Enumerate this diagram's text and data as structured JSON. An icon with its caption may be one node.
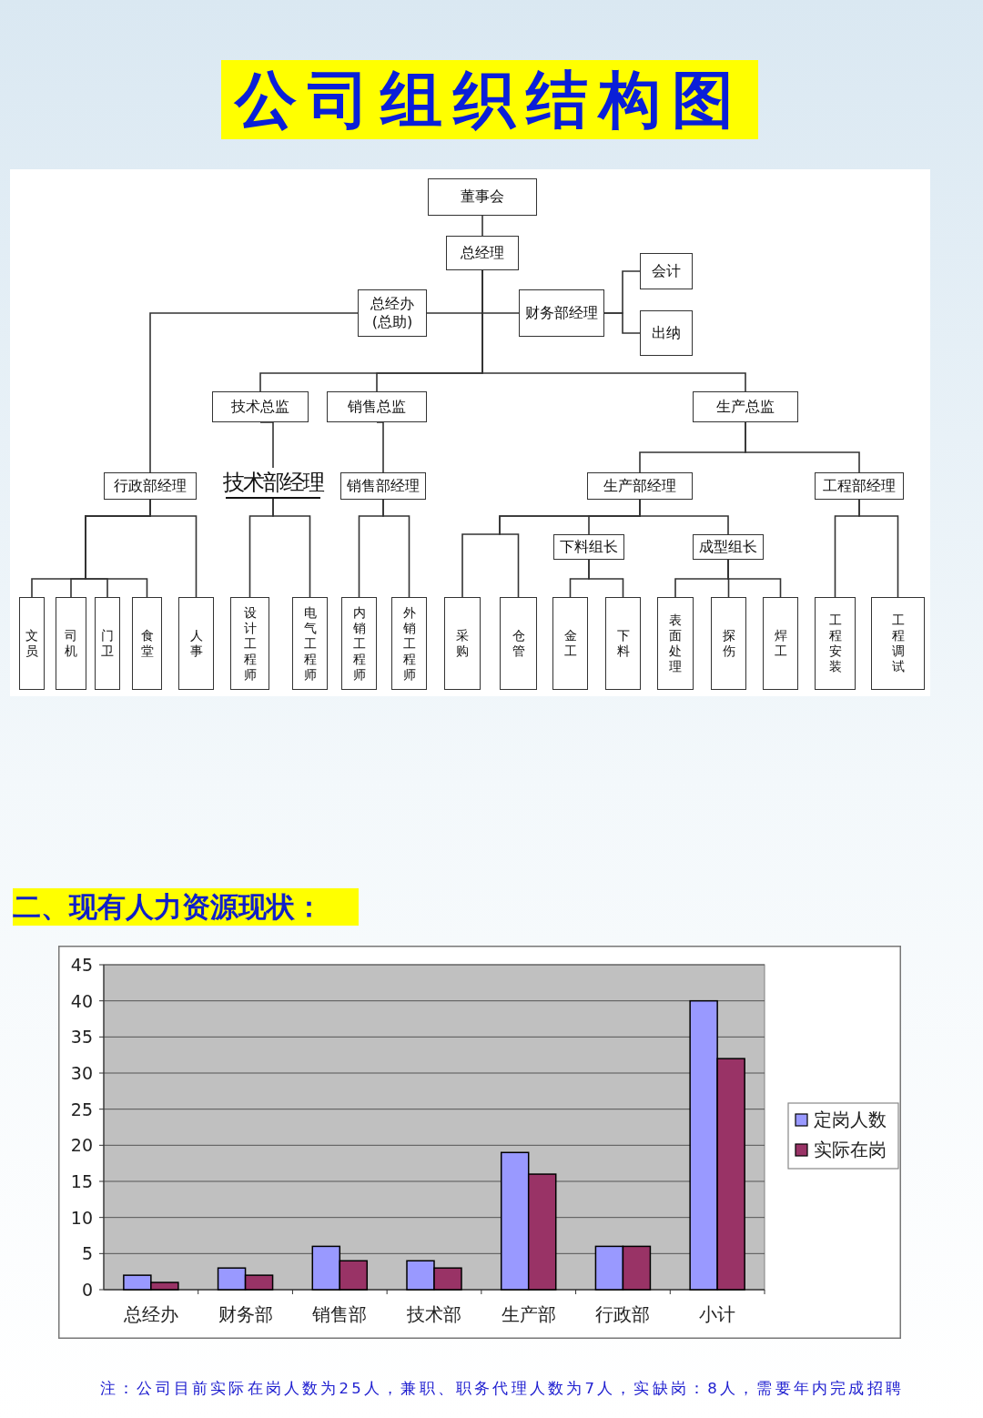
{
  "diagram": {
    "title": "公司组织结构图",
    "nodes": [
      {
        "text": [
          "董事会"
        ]
      },
      {
        "text": [
          "总经理"
        ]
      },
      {
        "text": [
          "总经办 (总助)"
        ]
      },
      {
        "text": [
          "财务部经理"
        ]
      },
      {
        "text": [
          "会计"
        ]
      },
      {
        "text": [
          "出纳"
        ]
      },
      {
        "text": [
          "技术总监"
        ]
      },
      {
        "text": [
          "销售总监"
        ]
      },
      {
        "text": [
          "生产总监"
        ]
      },
      {
        "text": [
          "行政部经理"
        ]
      },
      {
        "text": [
          "技术部经理"
        ]
      },
      {
        "text": [
          "销售部经理"
        ]
      },
      {
        "text": [
          "生产部经理"
        ]
      },
      {
        "text": [
          "工程部经理"
        ]
      },
      {
        "text": [
          "下料组长"
        ]
      },
      {
        "text": [
          "成型组长"
        ]
      },
      {
        "text": [
          "文员"
        ]
      },
      {
        "text": [
          "司机"
        ]
      },
      {
        "text": [
          "门卫"
        ]
      },
      {
        "text": [
          "食堂"
        ]
      },
      {
        "text": [
          "人事"
        ]
      },
      {
        "text": [
          "设计工程师"
        ]
      },
      {
        "text": [
          "电气工程师"
        ]
      },
      {
        "text": [
          "内销工程师"
        ]
      },
      {
        "text": [
          "外销工程师"
        ]
      },
      {
        "text": [
          "采购"
        ]
      },
      {
        "text": [
          "仓管"
        ]
      },
      {
        "text": [
          "金工"
        ]
      },
      {
        "text": [
          "下料"
        ]
      },
      {
        "text": [
          "表面处理"
        ]
      },
      {
        "text": [
          "探伤"
        ]
      },
      {
        "text": [
          "焊工"
        ]
      },
      {
        "text": [
          "工程安装"
        ]
      },
      {
        "text": [
          "工程调试"
        ]
      }
    ],
    "edges": [
      {
        "from": 0,
        "to": 1,
        "arrow": "none"
      },
      {
        "from": 1,
        "to": 2,
        "arrow": "none"
      },
      {
        "from": 1,
        "to": 3,
        "arrow": "none"
      },
      {
        "from": 3,
        "to": 4,
        "arrow": "none"
      },
      {
        "from": 3,
        "to": 5,
        "arrow": "none"
      },
      {
        "from": 1,
        "to": 6,
        "arrow": "none"
      },
      {
        "from": 1,
        "to": 7,
        "arrow": "none"
      },
      {
        "from": 1,
        "to": 8,
        "arrow": "none"
      },
      {
        "from": 2,
        "to": 9,
        "arrow": "none"
      },
      {
        "from": 6,
        "to": 10,
        "arrow": "none"
      },
      {
        "from": 7,
        "to": 11,
        "arrow": "none"
      },
      {
        "from": 8,
        "to": 12,
        "arrow": "none"
      },
      {
        "from": 8,
        "to": 13,
        "arrow": "none"
      },
      {
        "from": 9,
        "to": 16,
        "arrow": "none"
      },
      {
        "from": 9,
        "to": 17,
        "arrow": "none"
      },
      {
        "from": 9,
        "to": 18,
        "arrow": "none"
      },
      {
        "from": 9,
        "to": 19,
        "arrow": "none"
      },
      {
        "from": 9,
        "to": 20,
        "arrow": "none"
      },
      {
        "from": 10,
        "to": 21,
        "arrow": "none"
      },
      {
        "from": 10,
        "to": 22,
        "arrow": "none"
      },
      {
        "from": 11,
        "to": 23,
        "arrow": "none"
      },
      {
        "from": 11,
        "to": 24,
        "arrow": "none"
      },
      {
        "from": 12,
        "to": 25,
        "arrow": "none"
      },
      {
        "from": 12,
        "to": 26,
        "arrow": "none"
      },
      {
        "from": 12,
        "to": 14,
        "arrow": "none"
      },
      {
        "from": 12,
        "to": 15,
        "arrow": "none"
      },
      {
        "from": 14,
        "to": 27,
        "arrow": "none"
      },
      {
        "from": 14,
        "to": 28,
        "arrow": "none"
      },
      {
        "from": 15,
        "to": 29,
        "arrow": "none"
      },
      {
        "from": 15,
        "to": 30,
        "arrow": "none"
      },
      {
        "from": 15,
        "to": 31,
        "arrow": "none"
      },
      {
        "from": 13,
        "to": 32,
        "arrow": "none"
      },
      {
        "from": 13,
        "to": 33,
        "arrow": "none"
      }
    ],
    "labels": [
      "二、现有人力资源现状：",
      "注：公司目前实际在岗人数为25人，兼职、职务代理人数为7人，实缺岗：8人，需要年内完成招聘"
    ],
    "chart_data": {
      "type": "bar",
      "categories": [
        "总经办",
        "财务部",
        "销售部",
        "技术部",
        "生产部",
        "行政部",
        "小计"
      ],
      "series": [
        {
          "name": "定岗人数",
          "color": "#9999ff",
          "values": [
            2,
            3,
            6,
            4,
            19,
            6,
            40
          ]
        },
        {
          "name": "实际在岗",
          "color": "#993366",
          "values": [
            1,
            2,
            4,
            3,
            16,
            6,
            32
          ]
        }
      ],
      "grid": true,
      "legend": "right",
      "ylim": [
        0,
        45
      ],
      "yticks": [
        0,
        5,
        10,
        15,
        20,
        25,
        30,
        35,
        40,
        45
      ]
    }
  }
}
